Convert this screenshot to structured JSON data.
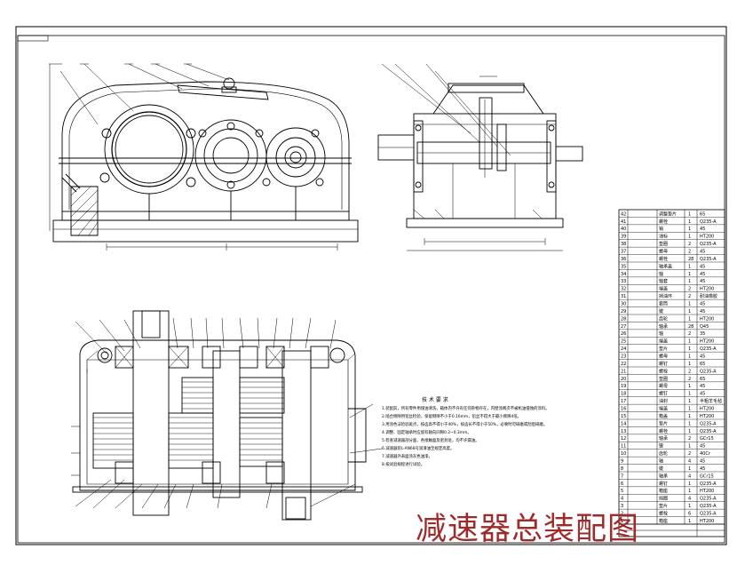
{
  "drawing": {
    "title_stamp": "减速器总装配图",
    "tech_notes_title": "技 术 要 求",
    "tech_notes": [
      "1.装配前，所有零件用煤油清洗，箱体内不许有任何杂物存在，内壁涂两次不被机油侵蚀的涂料。",
      "2.啮合侧隙用铅丝检验，保留侧隙不小于0.16mm，铅丝不得大于最小侧隙4倍。",
      "3.用涂色法检验斑点，按齿高不得小于40%，按齿长不得小于50%，必要时可研磨或刮后研磨。",
      "4.调整、固定轴承时应留有轴向间隙0.2~0.3mm。",
      "5.检查减速器剖分面、各接触面及密封处，均不许漏油。",
      "6.减速器装L-AN68号润滑油至规定高度。",
      "7.减速器外表面涂灰色油漆。",
      "8.按试验规程进行试验。"
    ],
    "bom_rows": [
      {
        "no": "42",
        "name": "调整垫片",
        "qty": "1",
        "material": "65"
      },
      {
        "no": "41",
        "name": "螺栓",
        "qty": "1",
        "material": "Q235-A"
      },
      {
        "no": "40",
        "name": "销",
        "qty": "1",
        "material": "45"
      },
      {
        "no": "39",
        "name": "油标",
        "qty": "1",
        "material": "HT200"
      },
      {
        "no": "38",
        "name": "垫圈",
        "qty": "2",
        "material": "Q235-A"
      },
      {
        "no": "37",
        "name": "螺母",
        "qty": "2",
        "material": "45"
      },
      {
        "no": "36",
        "name": "螺栓",
        "qty": "28",
        "material": "Q235-A"
      },
      {
        "no": "35",
        "name": "轴承盖",
        "qty": "1",
        "material": "45"
      },
      {
        "no": "34",
        "name": "轴",
        "qty": "1",
        "material": "45"
      },
      {
        "no": "33",
        "name": "轴套",
        "qty": "1",
        "material": "45"
      },
      {
        "no": "32",
        "name": "端盖",
        "qty": "2",
        "material": "HT200"
      },
      {
        "no": "31",
        "name": "挡油环",
        "qty": "2",
        "material": "耐油橡胶"
      },
      {
        "no": "30",
        "name": "套筒",
        "qty": "1",
        "material": "45"
      },
      {
        "no": "29",
        "name": "键",
        "qty": "1",
        "material": "45"
      },
      {
        "no": "28",
        "name": "齿轮",
        "qty": "1",
        "material": "HT200"
      },
      {
        "no": "27",
        "name": "轴承",
        "qty": "28",
        "material": "Q45"
      },
      {
        "no": "26",
        "name": "轴",
        "qty": "2",
        "material": "35"
      },
      {
        "no": "25",
        "name": "端盖",
        "qty": "1",
        "material": "HT200"
      },
      {
        "no": "24",
        "name": "垫片",
        "qty": "1",
        "material": "Q235-A"
      },
      {
        "no": "23",
        "name": "螺母",
        "qty": "1",
        "material": "45"
      },
      {
        "no": "22",
        "name": "螺钉",
        "qty": "1",
        "material": "65"
      },
      {
        "no": "21",
        "name": "螺栓",
        "qty": "2",
        "material": "Q235-A"
      },
      {
        "no": "20",
        "name": "垫圈",
        "qty": "2",
        "material": "65"
      },
      {
        "no": "19",
        "name": "螺母",
        "qty": "1",
        "material": "45"
      },
      {
        "no": "18",
        "name": "螺钉",
        "qty": "1",
        "material": "45"
      },
      {
        "no": "17",
        "name": "油封",
        "qty": "1",
        "material": "半粗羊毛毡"
      },
      {
        "no": "16",
        "name": "端盖",
        "qty": "1",
        "material": "HT200"
      },
      {
        "no": "15",
        "name": "箱盖",
        "qty": "1",
        "material": "HT200"
      },
      {
        "no": "14",
        "name": "垫片",
        "qty": "1",
        "material": "Q235-A"
      },
      {
        "no": "13",
        "name": "螺栓",
        "qty": "1",
        "material": "Q235-A"
      },
      {
        "no": "12",
        "name": "轴承",
        "qty": "2",
        "material": "GCr15"
      },
      {
        "no": "11",
        "name": "键",
        "qty": "1",
        "material": "45"
      },
      {
        "no": "10",
        "name": "齿轮",
        "qty": "2",
        "material": "40Cr"
      },
      {
        "no": "9",
        "name": "轴",
        "qty": "4",
        "material": "45"
      },
      {
        "no": "8",
        "name": "键",
        "qty": "1",
        "material": "45"
      },
      {
        "no": "7",
        "name": "轴承",
        "qty": "4",
        "material": "GCr15"
      },
      {
        "no": "6",
        "name": "螺钉",
        "qty": "1",
        "material": "Q235-A"
      },
      {
        "no": "5",
        "name": "箱座",
        "qty": "1",
        "material": "HT200"
      },
      {
        "no": "4",
        "name": "挡圈",
        "qty": "4",
        "material": "Q235-A"
      },
      {
        "no": "3",
        "name": "垫片",
        "qty": "1",
        "material": "Q235-A"
      },
      {
        "no": "2",
        "name": "螺栓",
        "qty": "6",
        "material": "Q235-A"
      },
      {
        "no": "1",
        "name": "箱座",
        "qty": "1",
        "material": "HT200"
      }
    ]
  }
}
